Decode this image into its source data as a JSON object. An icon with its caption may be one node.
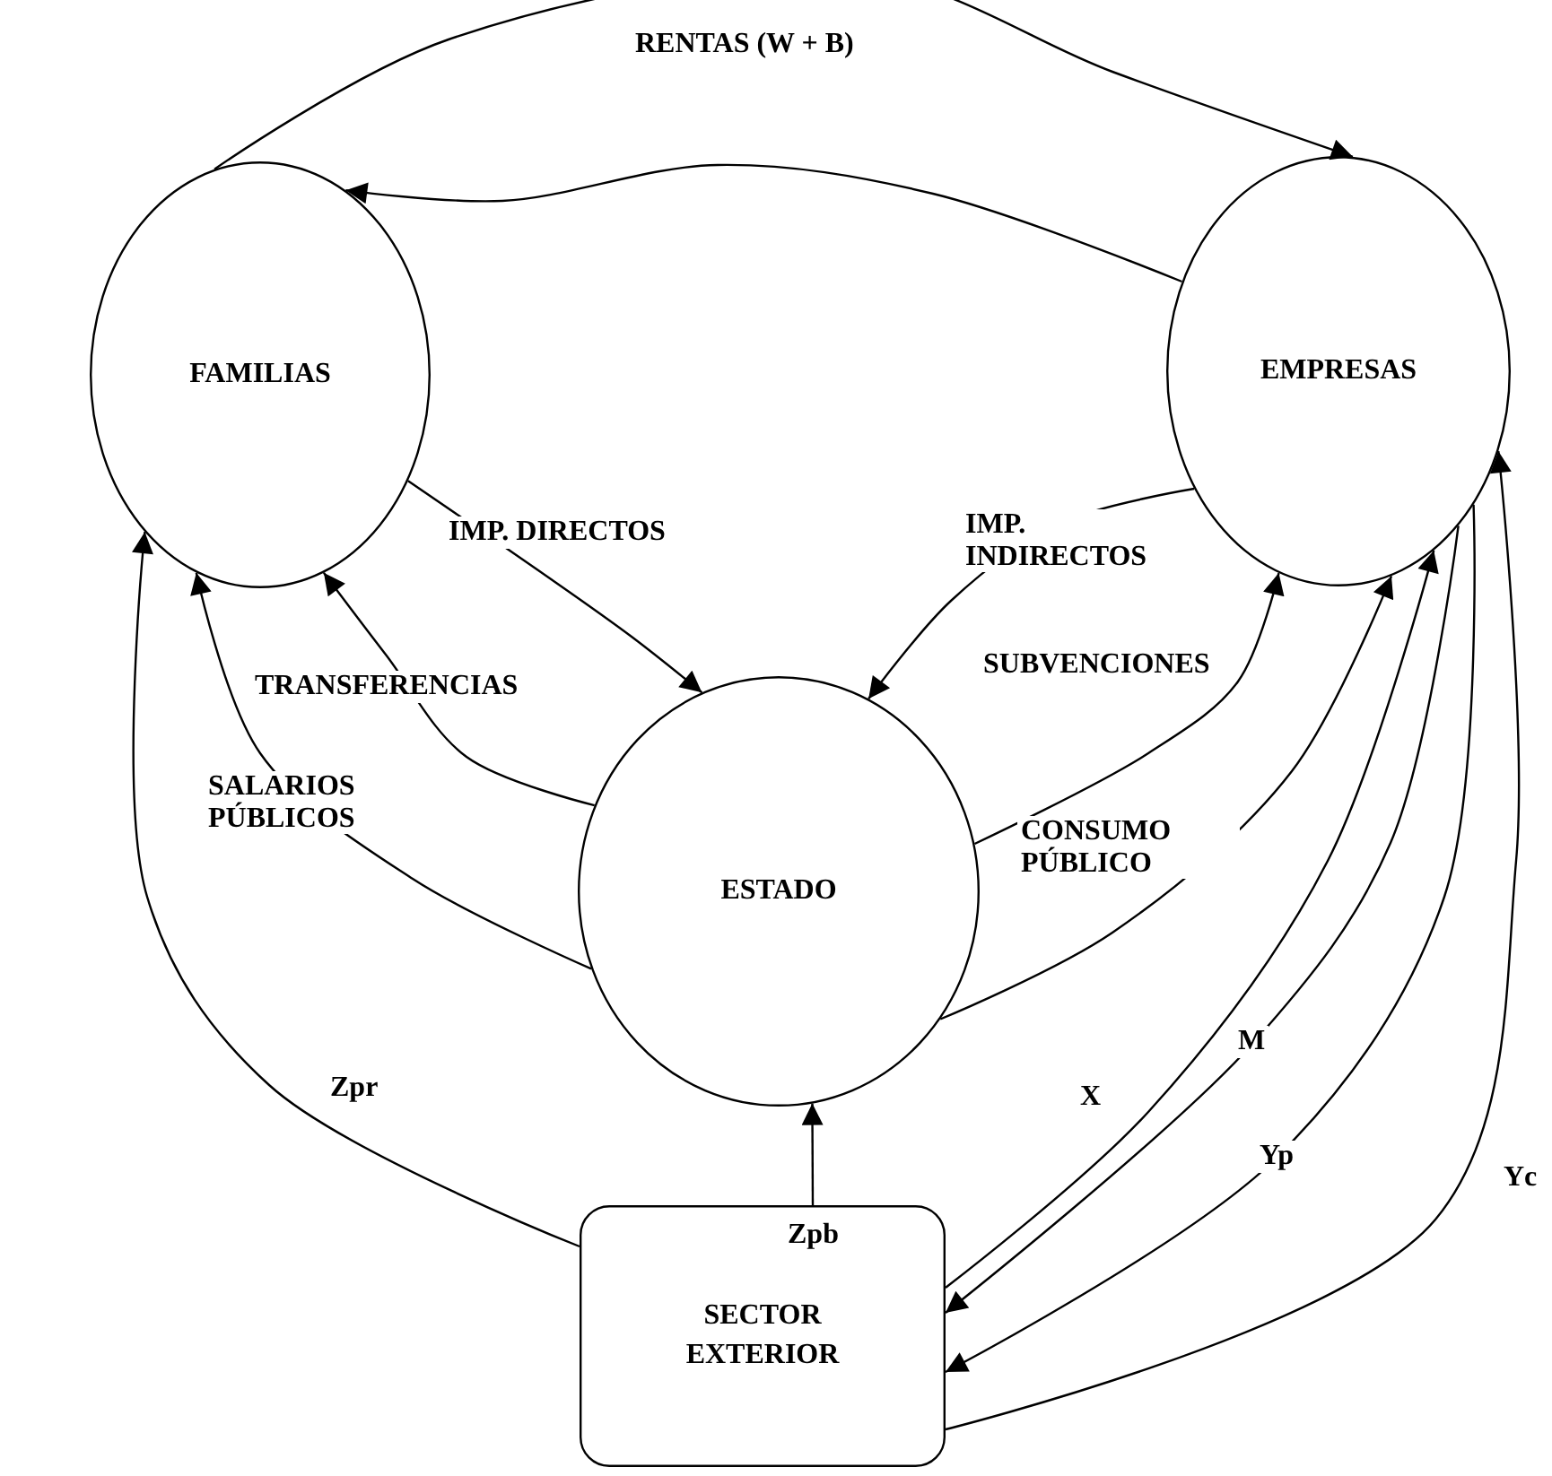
{
  "diagram": {
    "nodes": [
      {
        "text": [
          "FAMILIAS"
        ]
      },
      {
        "text": [
          "EMPRESAS"
        ]
      },
      {
        "text": [
          "ESTADO"
        ]
      },
      {
        "text": [
          "SECTOR EXTERIOR"
        ]
      }
    ],
    "edges": [
      {
        "from": 0,
        "to": 1,
        "arrow": "to",
        "label": "RENTAS (W + B)"
      },
      {
        "from": 1,
        "to": 0,
        "arrow": "to"
      },
      {
        "from": 0,
        "to": 2,
        "arrow": "to",
        "label": "IMP. DIRECTOS"
      },
      {
        "from": 1,
        "to": 2,
        "arrow": "to",
        "label": "IMP. INDIRECTOS"
      },
      {
        "from": 2,
        "to": 0,
        "arrow": "to",
        "label": "TRANSFERENCIAS"
      },
      {
        "from": 2,
        "to": 0,
        "arrow": "to",
        "label": "SALARIOS PÚBLICOS"
      },
      {
        "from": 2,
        "to": 1,
        "arrow": "to",
        "label": "SUBVENCIONES"
      },
      {
        "from": 2,
        "to": 1,
        "arrow": "to",
        "label": "CONSUMO PÚBLICO"
      },
      {
        "from": 3,
        "to": 0,
        "arrow": "to",
        "label": "Zpr"
      },
      {
        "from": 3,
        "to": 2,
        "arrow": "to",
        "label": "Zpb"
      },
      {
        "from": 3,
        "to": 1,
        "arrow": "to",
        "label": "X"
      },
      {
        "from": 1,
        "to": 3,
        "arrow": "to",
        "label": "M"
      },
      {
        "from": 1,
        "to": 3,
        "arrow": "to",
        "label": "Yp"
      },
      {
        "from": 3,
        "to": 1,
        "arrow": "to",
        "label": "Yc"
      }
    ]
  }
}
